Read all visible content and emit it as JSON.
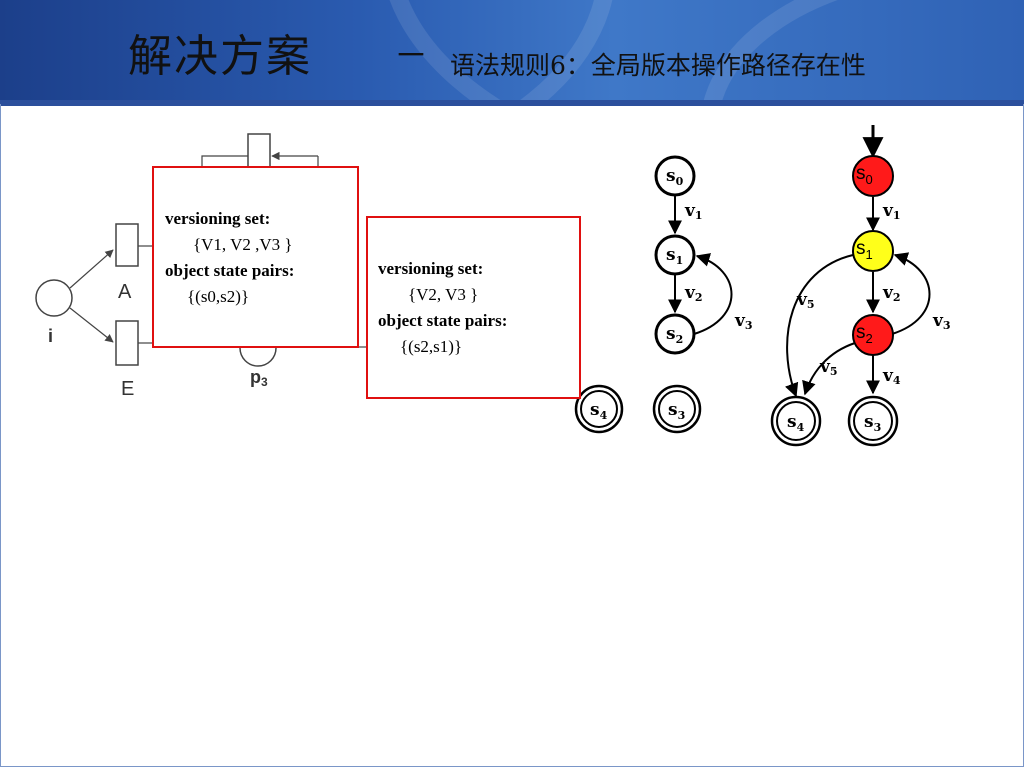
{
  "title": {
    "main": "解决方案",
    "dash": "－",
    "sub": "语法规则6：全局版本操作路径存在性"
  },
  "petri_net": {
    "place_i": "i",
    "transition_a": "A",
    "transition_e": "E",
    "place_p3": "p",
    "place_p3_sub": "3"
  },
  "callout_1": {
    "versioning_label": "versioning set:",
    "versioning_value": "{V1, V2 ,V3 }",
    "pairs_label": "object state pairs:",
    "pairs_value": "{(s0,s2)}"
  },
  "callout_2": {
    "versioning_label": "versioning set:",
    "versioning_value": "{V2, V3 }",
    "pairs_label": "object state pairs:",
    "pairs_value": "{(s2,s1)}"
  },
  "graph_left": {
    "states": [
      {
        "name": "s",
        "sub": "0"
      },
      {
        "name": "s",
        "sub": "1"
      },
      {
        "name": "s",
        "sub": "2"
      },
      {
        "name": "s",
        "sub": "3"
      },
      {
        "name": "s",
        "sub": "4"
      }
    ],
    "edges": [
      {
        "name": "v",
        "sub": "1"
      },
      {
        "name": "v",
        "sub": "2"
      },
      {
        "name": "v",
        "sub": "3"
      }
    ]
  },
  "graph_right": {
    "states": [
      {
        "name": "s",
        "sub": "0",
        "color": "#ff1a1a"
      },
      {
        "name": "s",
        "sub": "1",
        "color": "#ffff1a"
      },
      {
        "name": "s",
        "sub": "2",
        "color": "#ff1a1a"
      },
      {
        "name": "s",
        "sub": "3",
        "color": "#ffffff"
      },
      {
        "name": "s",
        "sub": "4",
        "color": "#ffffff"
      }
    ],
    "edges": [
      {
        "name": "v",
        "sub": "1"
      },
      {
        "name": "v",
        "sub": "2"
      },
      {
        "name": "v",
        "sub": "3"
      },
      {
        "name": "v",
        "sub": "4"
      },
      {
        "name": "v",
        "sub": "5"
      },
      {
        "name": "v",
        "sub": "5"
      }
    ]
  },
  "colors": {
    "callout_border": "#e01010",
    "header": "#2a5bb0"
  }
}
